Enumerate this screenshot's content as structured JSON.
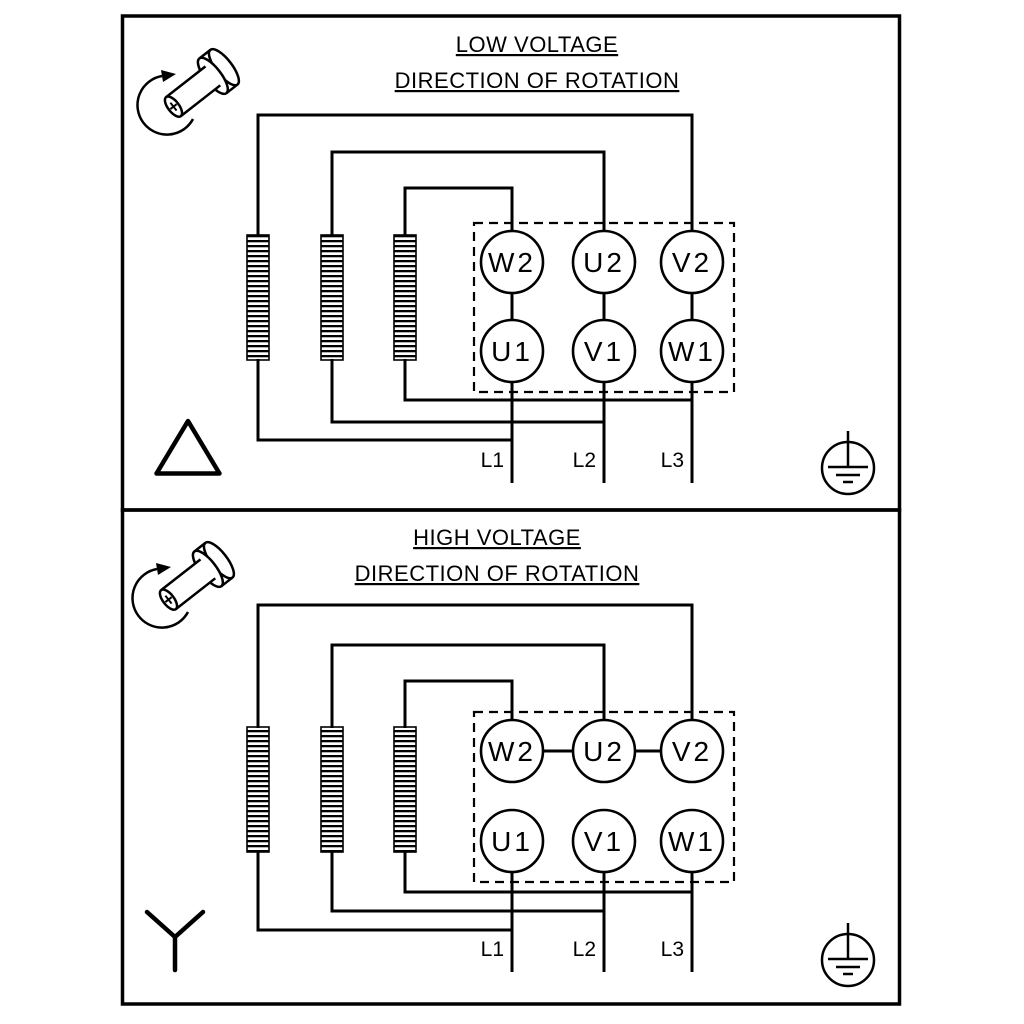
{
  "diagram": {
    "colors": {
      "ink": "#000000",
      "background": "#ffffff"
    },
    "panels": [
      {
        "title": "LOW VOLTAGE",
        "subtitle": "DIRECTION OF ROTATION",
        "connection": "delta",
        "terminals_top": [
          "W2",
          "U2",
          "V2"
        ],
        "terminals_bottom": [
          "U1",
          "V1",
          "W1"
        ],
        "supply_lines": [
          "L1",
          "L2",
          "L3"
        ]
      },
      {
        "title": "HIGH VOLTAGE",
        "subtitle": "DIRECTION OF ROTATION",
        "connection": "star",
        "terminals_top": [
          "W2",
          "U2",
          "V2"
        ],
        "terminals_bottom": [
          "U1",
          "V1",
          "W1"
        ],
        "supply_lines": [
          "L1",
          "L2",
          "L3"
        ]
      }
    ]
  }
}
